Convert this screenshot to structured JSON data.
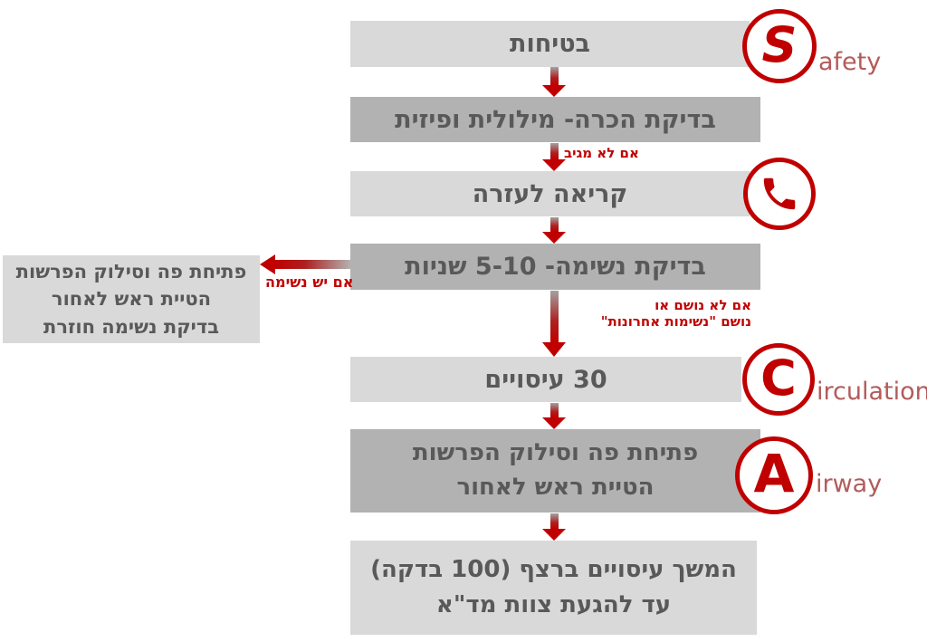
{
  "diagram": {
    "boxes": {
      "safety": "בטיחות",
      "consciousness_check": "בדיקת הכרה- מילולית ופיזית",
      "call_for_help": "קריאה לעזרה",
      "breathing_check": "בדיקת נשימה- 5-10 שניות",
      "compressions": "30 עיסויים",
      "airway_line1": "פתיחת פה וסילוק הפרשות",
      "airway_line2": "הטיית ראש לאחור",
      "continue_line1": "המשך עיסויים ברצף (100 בדקה)",
      "continue_line2": "עד להגעת צוות מד\"א"
    },
    "side_box": {
      "line1": "פתיחת פה וסילוק הפרשות",
      "line2": "הטיית ראש לאחור",
      "line3": "בדיקת נשימה חוזרת"
    },
    "condition_labels": {
      "if_not_responding": "אם לא מגיב",
      "if_breathing": "אם יש נשימה",
      "if_not_breathing_line1": "אם לא נושם או",
      "if_not_breathing_line2": "נושם \"נשימות אחרונות\""
    },
    "badges": {
      "safety_letter": "S",
      "safety_suffix": "afety",
      "circulation_letter": "C",
      "circulation_suffix": "irculation",
      "airway_letter": "A",
      "airway_suffix": "irway"
    },
    "colors": {
      "light_box": "#d9d9d9",
      "dark_box": "#b2b2b2",
      "box_text": "#595959",
      "accent_red": "#c00000",
      "suffix_red": "#b35b5b"
    }
  }
}
